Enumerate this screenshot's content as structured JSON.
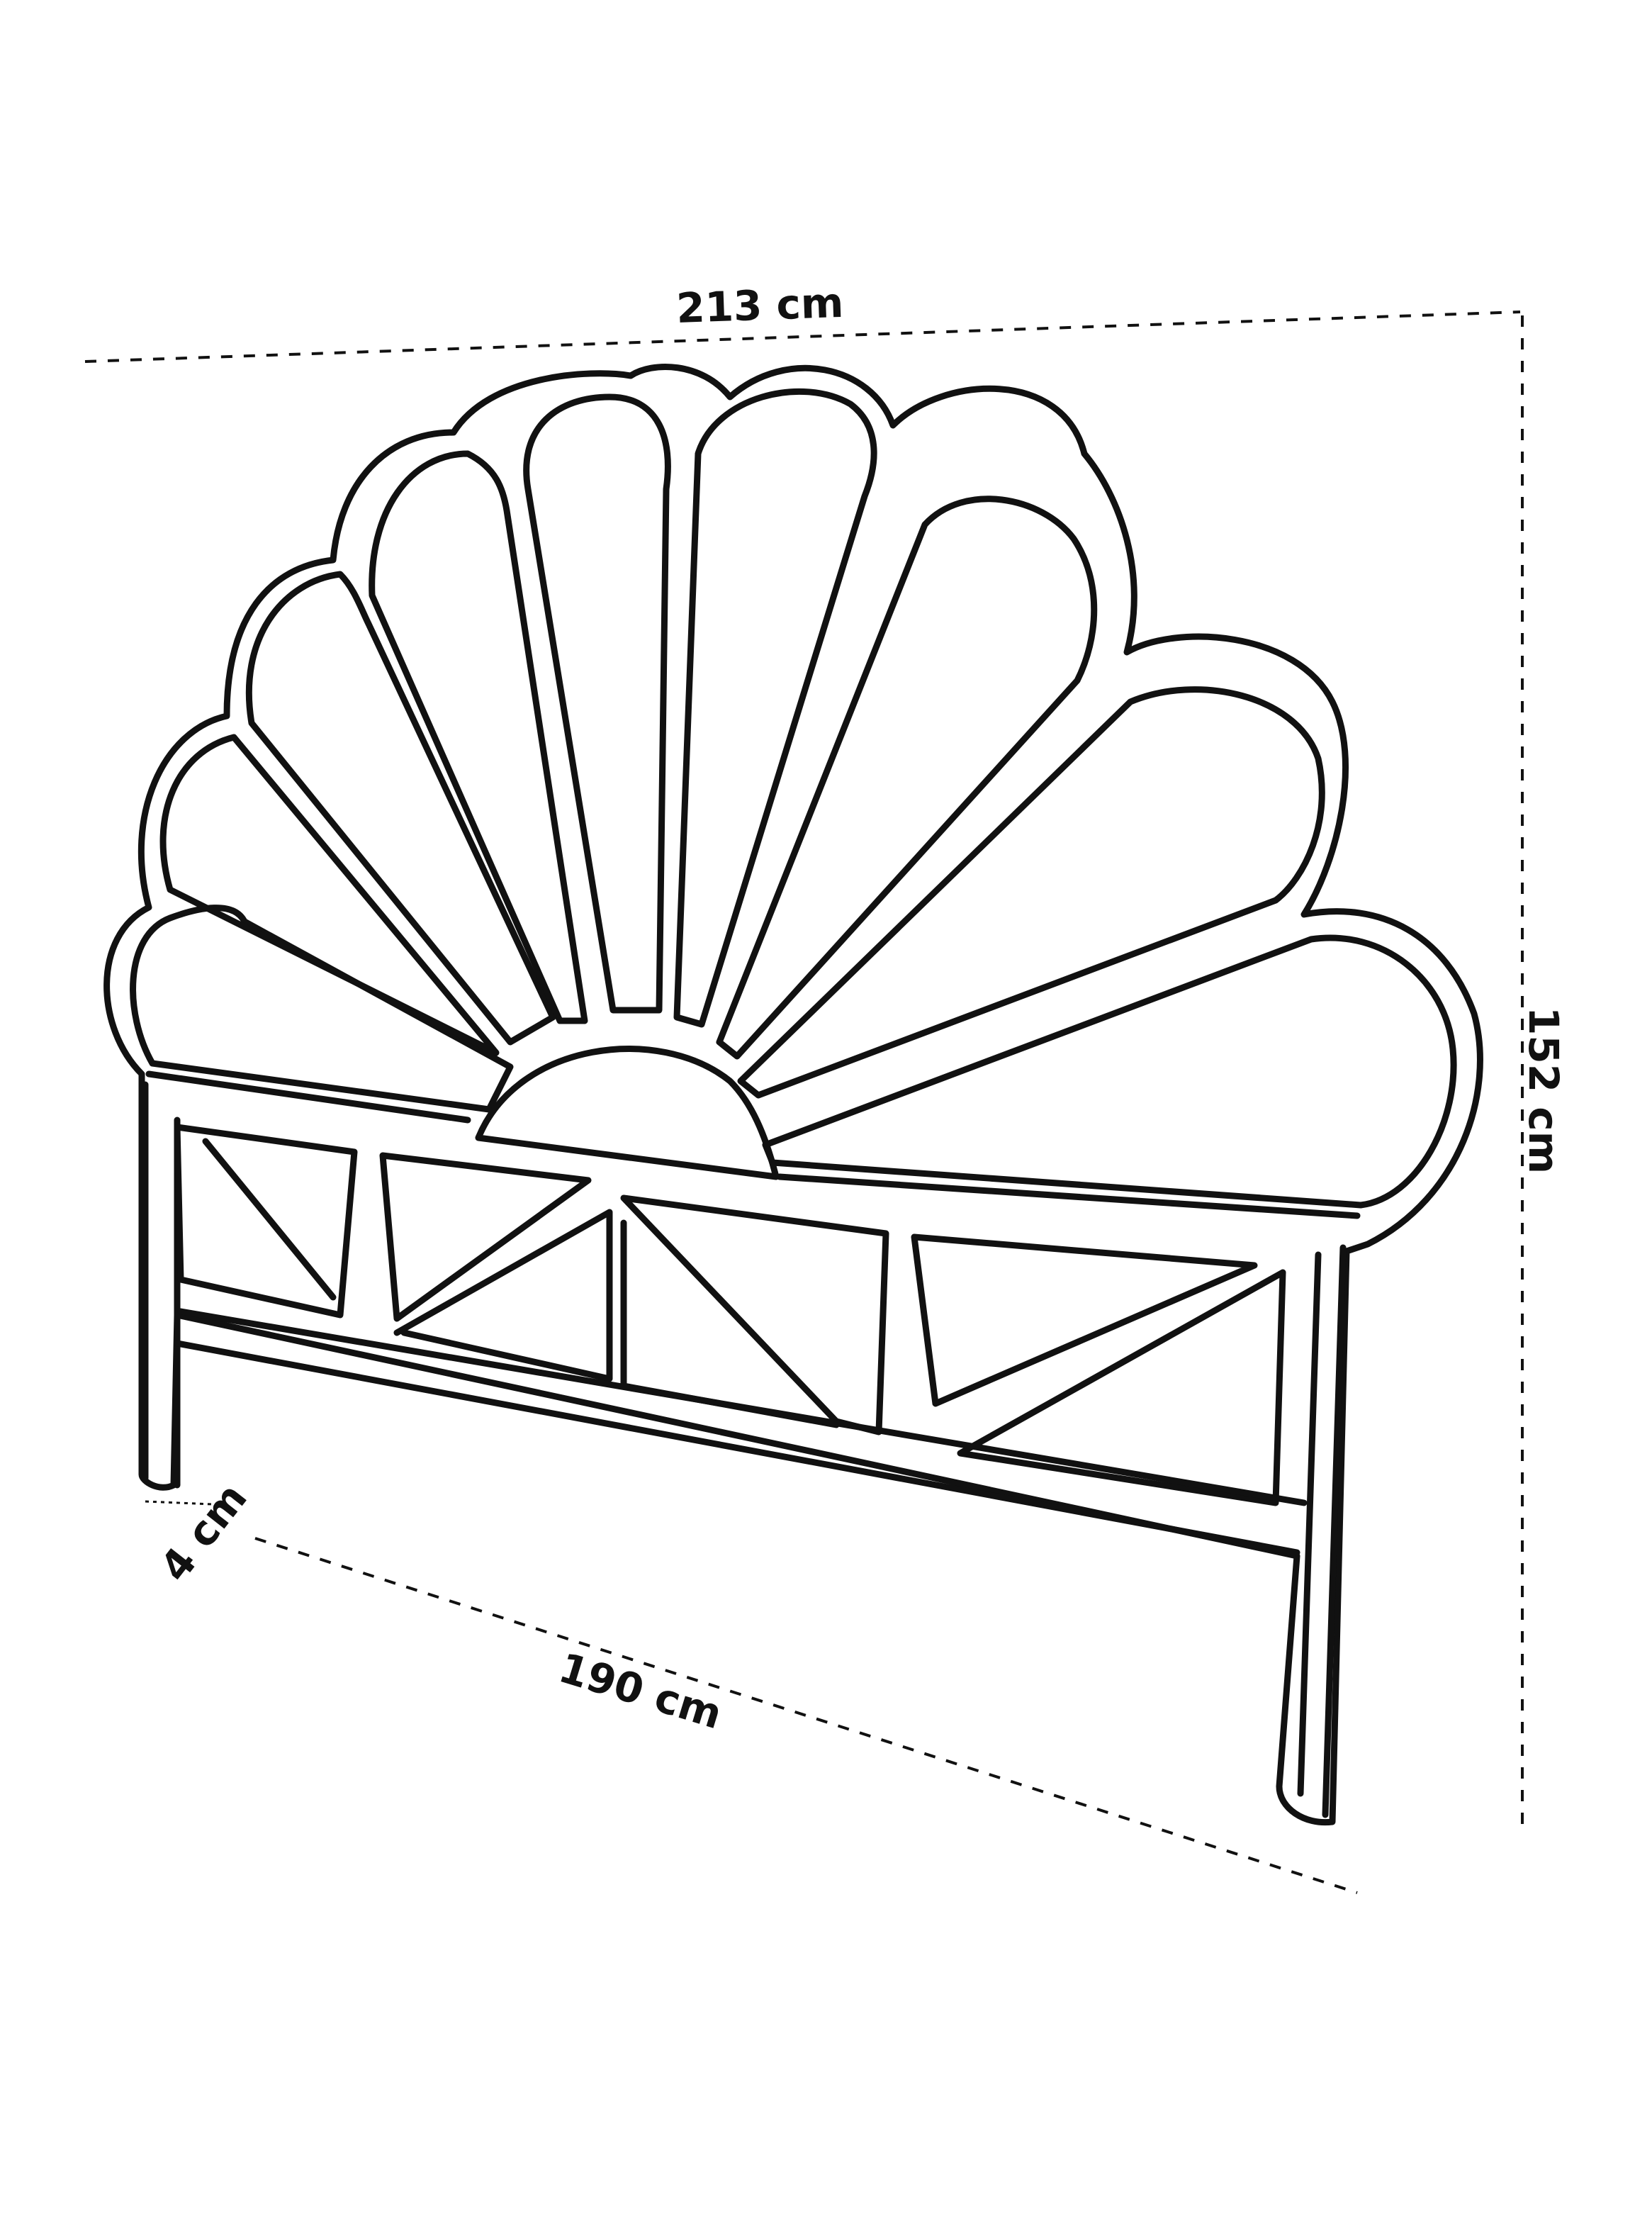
{
  "diagram": {
    "dimensions": {
      "width_label": "213 cm",
      "height_label": "152 cm",
      "length_label": "190 cm",
      "thickness_label": "4 cm"
    },
    "colors": {
      "line": "#111111",
      "background": "#ffffff"
    }
  }
}
